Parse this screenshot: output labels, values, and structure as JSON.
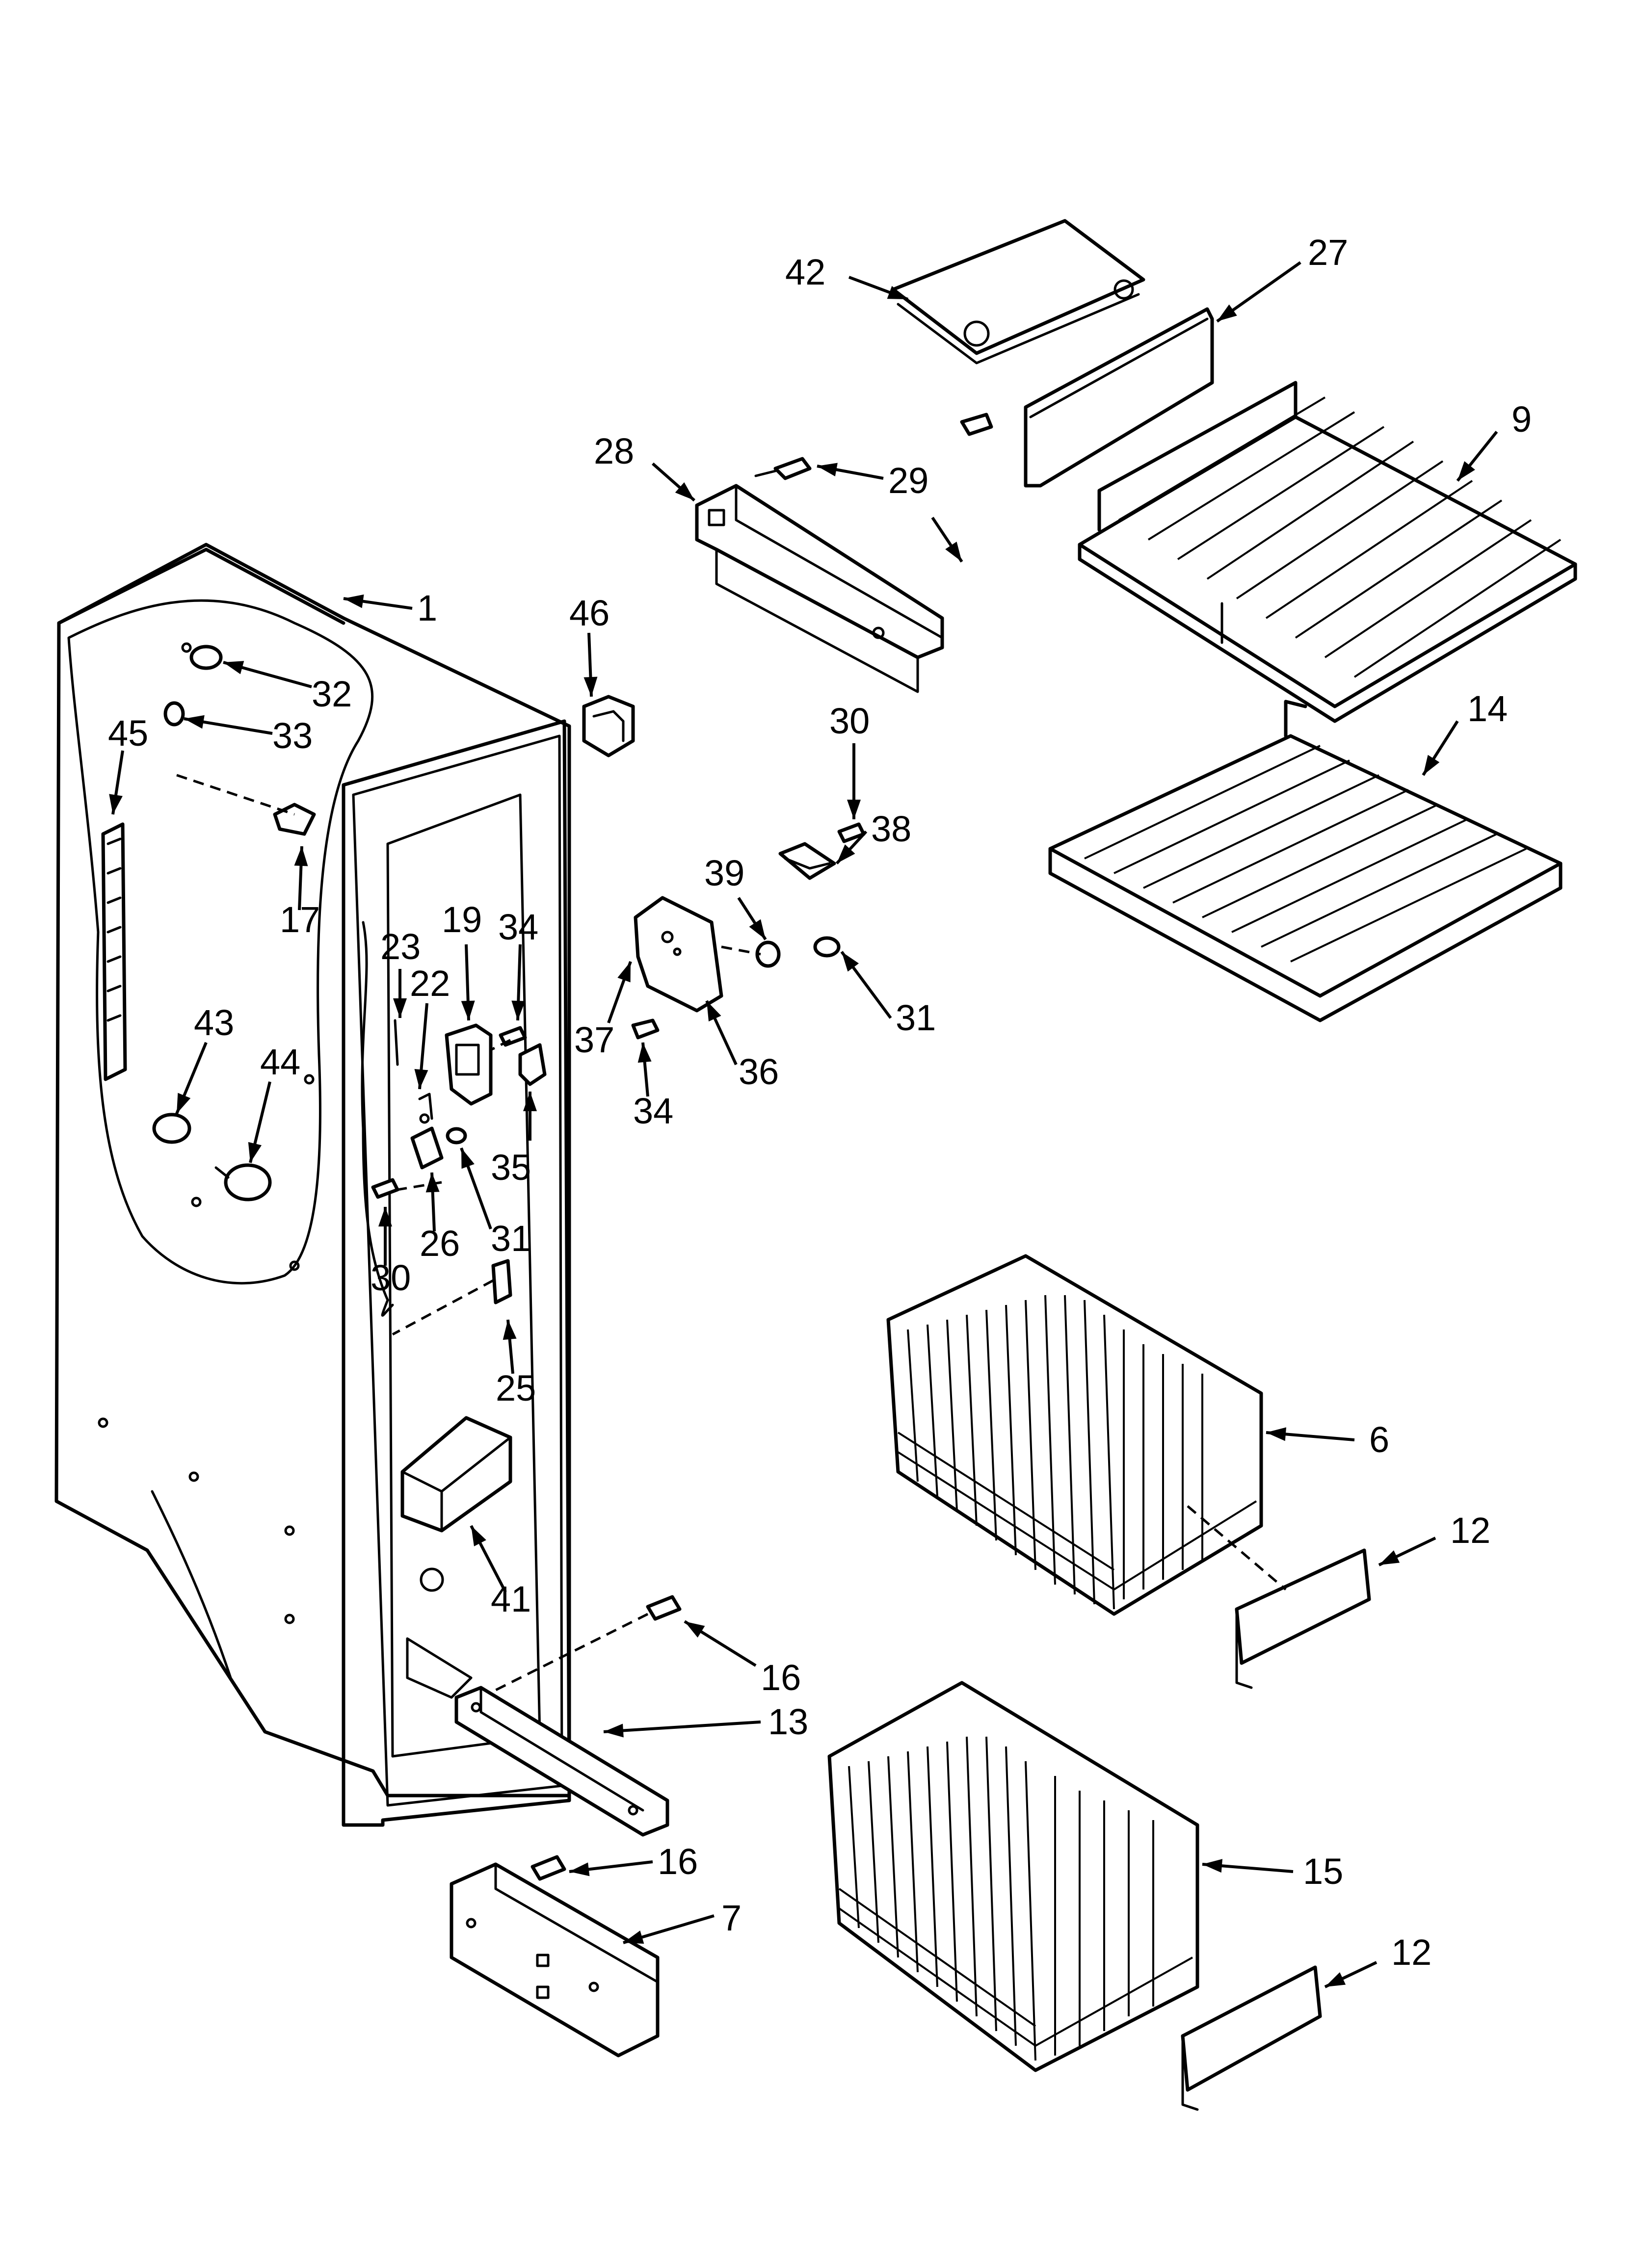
{
  "callouts": [
    {
      "id": "c1",
      "text": "1"
    },
    {
      "id": "c6",
      "text": "6"
    },
    {
      "id": "c7",
      "text": "7"
    },
    {
      "id": "c9",
      "text": "9"
    },
    {
      "id": "c12a",
      "text": "12"
    },
    {
      "id": "c12b",
      "text": "12"
    },
    {
      "id": "c13",
      "text": "13"
    },
    {
      "id": "c14",
      "text": "14"
    },
    {
      "id": "c15",
      "text": "15"
    },
    {
      "id": "c16a",
      "text": "16"
    },
    {
      "id": "c16b",
      "text": "16"
    },
    {
      "id": "c17",
      "text": "17"
    },
    {
      "id": "c19",
      "text": "19"
    },
    {
      "id": "c22",
      "text": "22"
    },
    {
      "id": "c23",
      "text": "23"
    },
    {
      "id": "c25",
      "text": "25"
    },
    {
      "id": "c26",
      "text": "26"
    },
    {
      "id": "c27",
      "text": "27"
    },
    {
      "id": "c28",
      "text": "28"
    },
    {
      "id": "c29",
      "text": "29"
    },
    {
      "id": "c30a",
      "text": "30"
    },
    {
      "id": "c30b",
      "text": "30"
    },
    {
      "id": "c31a",
      "text": "31"
    },
    {
      "id": "c31b",
      "text": "31"
    },
    {
      "id": "c32",
      "text": "32"
    },
    {
      "id": "c33",
      "text": "33"
    },
    {
      "id": "c34a",
      "text": "34"
    },
    {
      "id": "c34b",
      "text": "34"
    },
    {
      "id": "c35",
      "text": "35"
    },
    {
      "id": "c36",
      "text": "36"
    },
    {
      "id": "c37",
      "text": "37"
    },
    {
      "id": "c38",
      "text": "38"
    },
    {
      "id": "c39",
      "text": "39"
    },
    {
      "id": "c41",
      "text": "41"
    },
    {
      "id": "c42",
      "text": "42"
    },
    {
      "id": "c43",
      "text": "43"
    },
    {
      "id": "c44",
      "text": "44"
    },
    {
      "id": "c45",
      "text": "45"
    },
    {
      "id": "c46",
      "text": "46"
    }
  ]
}
